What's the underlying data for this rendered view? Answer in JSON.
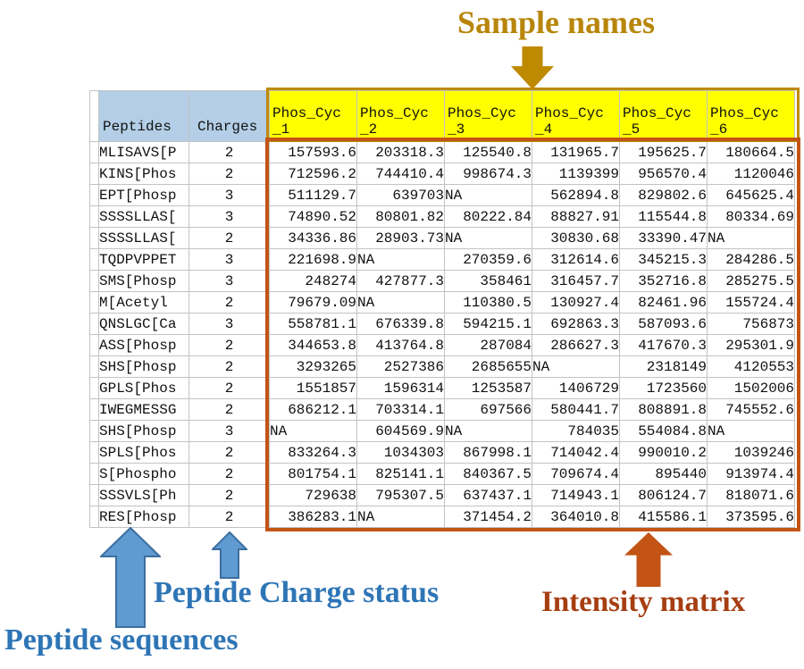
{
  "annotations": {
    "sample_names": "Sample names",
    "charge_status": "Peptide Charge status",
    "peptide_sequences": "Peptide sequences",
    "intensity_matrix": "Intensity matrix"
  },
  "colors": {
    "header_fill": "#B3CEE6",
    "sample_header_fill": "#FFFF00",
    "sample_box_border": "#BE8A00",
    "matrix_box_border": "#C35415",
    "gold_text": "#B8860B",
    "blue_text": "#2E75B6",
    "blue_arrow_fill": "#5F9BD0",
    "blue_arrow_stroke": "#3C6E9F",
    "orange_text": "#A63E12",
    "underline_red": "#A63A22",
    "gridline": "#C3C3C3"
  },
  "table": {
    "columns": [
      "Peptides",
      "Charges"
    ],
    "sample_headers": [
      "Phos_Cyc_1",
      "Phos_Cyc_2",
      "Phos_Cyc_3",
      "Phos_Cyc_4",
      "Phos_Cyc_5",
      "Phos_Cyc_6"
    ],
    "rows": [
      {
        "peptide": "MLISAVS[P",
        "charge": "2",
        "values": [
          "157593.6",
          "203318.3",
          "125540.8",
          "131965.7",
          "195625.7",
          "180664.5"
        ]
      },
      {
        "peptide": "KINS[Phos",
        "charge": "2",
        "values": [
          "712596.2",
          "744410.4",
          "998674.3",
          "1139399",
          "956570.4",
          "1120046"
        ]
      },
      {
        "peptide": "EPT[Phosp",
        "charge": "3",
        "values": [
          "511129.7",
          "639703",
          "NA",
          "562894.8",
          "829802.6",
          "645625.4"
        ]
      },
      {
        "peptide": "SSSSLLAS[",
        "charge": "3",
        "values": [
          "74890.52",
          "80801.82",
          "80222.84",
          "88827.91",
          "115544.8",
          "80334.69"
        ]
      },
      {
        "peptide": "SSSSLLAS[",
        "charge": "2",
        "values": [
          "34336.86",
          "28903.73",
          "NA",
          "30830.68",
          "33390.47",
          "NA"
        ]
      },
      {
        "peptide": "TQDPVPPET",
        "charge": "3",
        "values": [
          "221698.9",
          "NA",
          "270359.6",
          "312614.6",
          "345215.3",
          "284286.5"
        ]
      },
      {
        "peptide": "SMS[Phosp",
        "charge": "3",
        "values": [
          "248274",
          "427877.3",
          "358461",
          "316457.7",
          "352716.8",
          "285275.5"
        ]
      },
      {
        "peptide": "M[Acetyl",
        "charge": "2",
        "values": [
          "79679.09",
          "NA",
          "110380.5",
          "130927.4",
          "82461.96",
          "155724.4"
        ]
      },
      {
        "peptide": "QNSLGC[Ca",
        "charge": "3",
        "values": [
          "558781.1",
          "676339.8",
          "594215.1",
          "692863.3",
          "587093.6",
          "756873"
        ]
      },
      {
        "peptide": "ASS[Phosp",
        "charge": "2",
        "values": [
          "344653.8",
          "413764.8",
          "287084",
          "286627.3",
          "417670.3",
          "295301.9"
        ]
      },
      {
        "peptide": "SHS[Phosp",
        "charge": "2",
        "values": [
          "3293265",
          "2527386",
          "2685655",
          "NA",
          "2318149",
          "4120553"
        ]
      },
      {
        "peptide": "GPLS[Phos",
        "charge": "2",
        "values": [
          "1551857",
          "1596314",
          "1253587",
          "1406729",
          "1723560",
          "1502006"
        ]
      },
      {
        "peptide": "IWEGMESSG",
        "charge": "2",
        "values": [
          "686212.1",
          "703314.1",
          "697566",
          "580441.7",
          "808891.8",
          "745552.6"
        ]
      },
      {
        "peptide": "SHS[Phosp",
        "charge": "3",
        "values": [
          "NA",
          "604569.9",
          "NA",
          "784035",
          "554084.8",
          "NA"
        ]
      },
      {
        "peptide": "SPLS[Phos",
        "charge": "2",
        "values": [
          "833264.3",
          "1034303",
          "867998.1",
          "714042.4",
          "990010.2",
          "1039246"
        ]
      },
      {
        "peptide": "S[Phospho",
        "charge": "2",
        "values": [
          "801754.1",
          "825141.1",
          "840367.5",
          "709674.4",
          "895440",
          "913974.4"
        ]
      },
      {
        "peptide": "SSSVLS[Ph",
        "charge": "2",
        "values": [
          "729638",
          "795307.5",
          "637437.1",
          "714943.1",
          "806124.7",
          "818071.6"
        ]
      },
      {
        "peptide": "RES[Phosp",
        "charge": "2",
        "values": [
          "386283.1",
          "NA",
          "371454.2",
          "364010.8",
          "415586.1",
          "373595.6"
        ]
      }
    ]
  }
}
